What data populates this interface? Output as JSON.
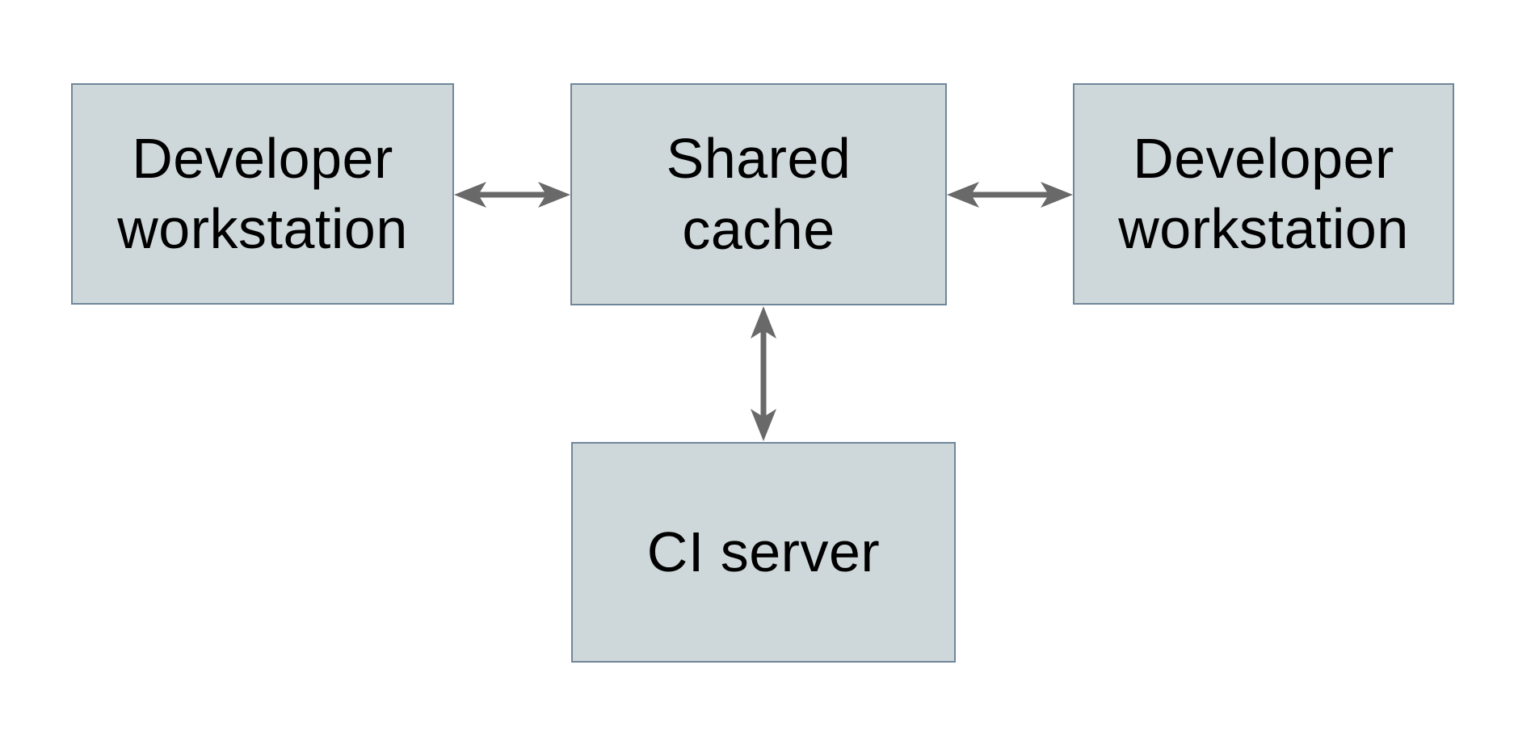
{
  "diagram": {
    "type": "architecture-diagram",
    "background_color": "#ffffff",
    "node_fill_color": "#ced7d9",
    "node_border_color": "#70879a",
    "arrow_color": "#696969",
    "text_color": "#000000",
    "nodes": [
      {
        "id": "developer-workstation-left",
        "label": "Developer\nworkstation"
      },
      {
        "id": "shared-cache",
        "label": "Shared\ncache"
      },
      {
        "id": "developer-workstation-right",
        "label": "Developer\nworkstation"
      },
      {
        "id": "ci-server",
        "label": "CI server"
      }
    ],
    "edges": [
      {
        "from": "developer-workstation-left",
        "to": "shared-cache",
        "style": "double-headed-arrow",
        "orientation": "horizontal"
      },
      {
        "from": "shared-cache",
        "to": "developer-workstation-right",
        "style": "double-headed-arrow",
        "orientation": "horizontal"
      },
      {
        "from": "shared-cache",
        "to": "ci-server",
        "style": "double-headed-arrow",
        "orientation": "vertical"
      }
    ]
  }
}
